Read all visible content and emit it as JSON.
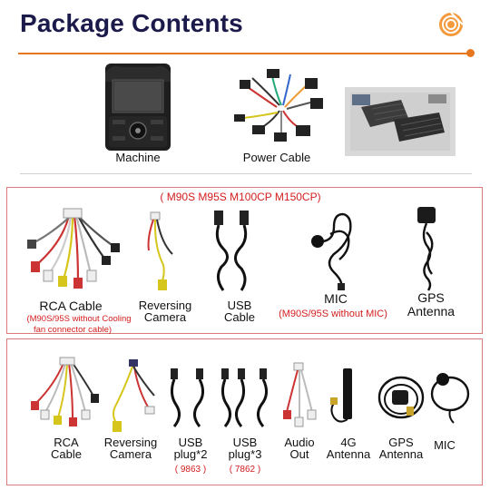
{
  "header": {
    "title": "Package Contents",
    "accent_color": "#e7771f",
    "title_color": "#1c1a4a"
  },
  "top_row": {
    "machine_label": "Machine",
    "power_cable_label": "Power Cable"
  },
  "section1": {
    "models_note": "( M90S M95S M100CP M150CP)",
    "items": [
      {
        "label_lines": [
          "RCA Cable"
        ],
        "note_lines": [
          "(M90S/95S without Cooling",
          "fan connector cable)"
        ],
        "icon": "rca-cable-icon"
      },
      {
        "label_lines": [
          "Reversing",
          "Camera"
        ],
        "icon": "reversing-camera-cable-icon"
      },
      {
        "label_lines": [
          "USB",
          "Cable"
        ],
        "icon": "usb-cable-icon"
      },
      {
        "label_lines": [
          "MIC"
        ],
        "note_lines": [
          "(M90S/95S without MIC)"
        ],
        "icon": "mic-icon"
      },
      {
        "label_lines": [
          "GPS",
          "Antenna"
        ],
        "icon": "gps-antenna-icon"
      }
    ]
  },
  "section2": {
    "items": [
      {
        "label_lines": [
          "RCA",
          "Cable"
        ],
        "icon": "rca-cable-icon"
      },
      {
        "label_lines": [
          "Reversing",
          "Camera"
        ],
        "icon": "reversing-camera-cable-icon"
      },
      {
        "label_lines": [
          "USB",
          "plug*2"
        ],
        "note": "( 9863 )",
        "icon": "usb-plug-2-icon"
      },
      {
        "label_lines": [
          "USB",
          "plug*3"
        ],
        "note": "( 7862 )",
        "icon": "usb-plug-3-icon"
      },
      {
        "label_lines": [
          "Audio",
          "Out"
        ],
        "icon": "audio-out-cable-icon"
      },
      {
        "label_lines": [
          "4G",
          "Antenna"
        ],
        "icon": "4g-antenna-icon"
      },
      {
        "label_lines": [
          "GPS",
          "Antenna"
        ],
        "icon": "gps-antenna-icon"
      },
      {
        "label_lines": [
          "MIC"
        ],
        "icon": "mic-icon"
      }
    ]
  }
}
